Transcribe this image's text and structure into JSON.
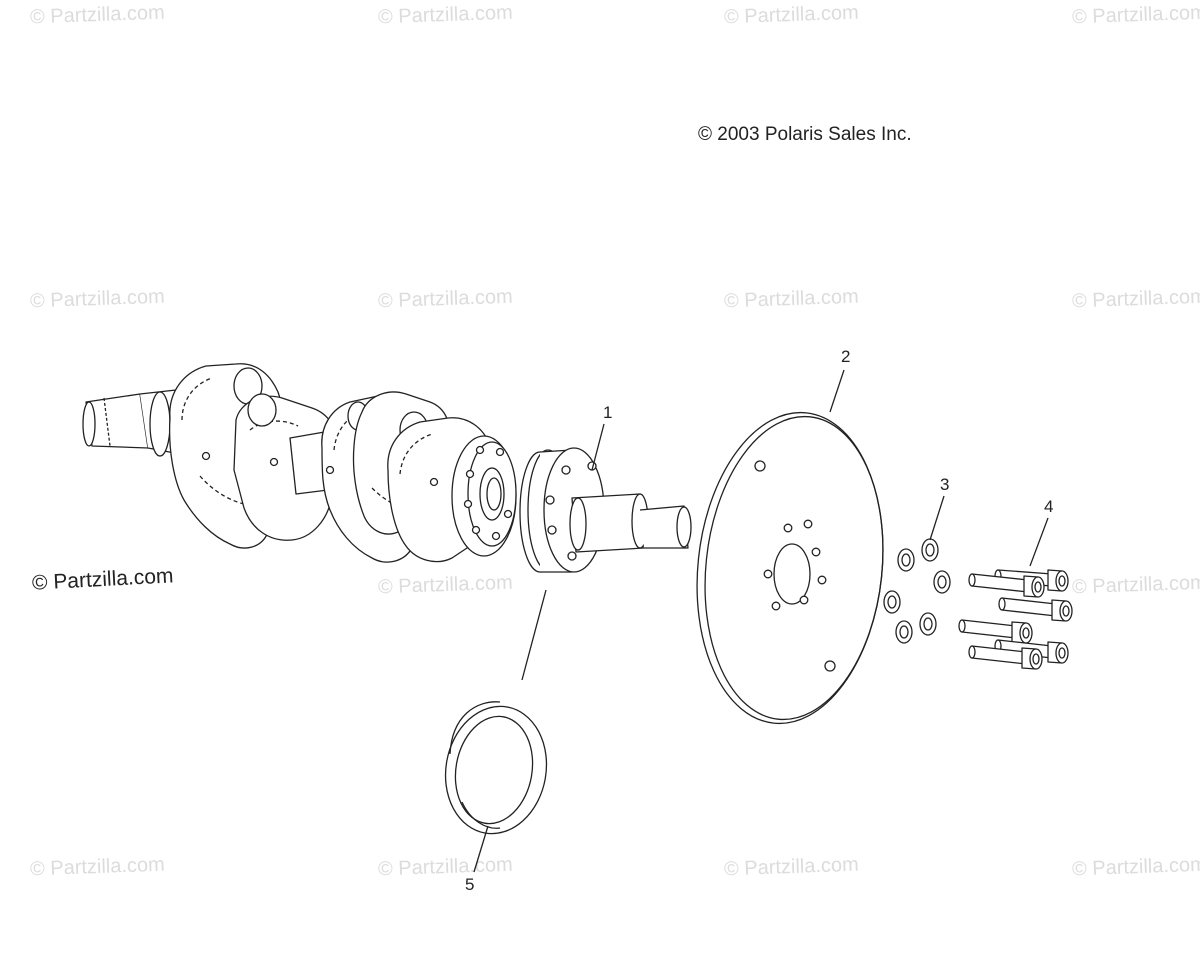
{
  "watermark_text": "© Partzilla.com",
  "copyright_text": "© 2003 Polaris Sales Inc.",
  "brand_text": "© Partzilla.com",
  "callouts": [
    {
      "id": "1",
      "label": "1"
    },
    {
      "id": "2",
      "label": "2"
    },
    {
      "id": "3",
      "label": "3"
    },
    {
      "id": "4",
      "label": "4"
    },
    {
      "id": "5",
      "label": "5"
    }
  ],
  "colors": {
    "line": "#222222",
    "watermark": "#dcdcdc",
    "background": "#ffffff"
  }
}
